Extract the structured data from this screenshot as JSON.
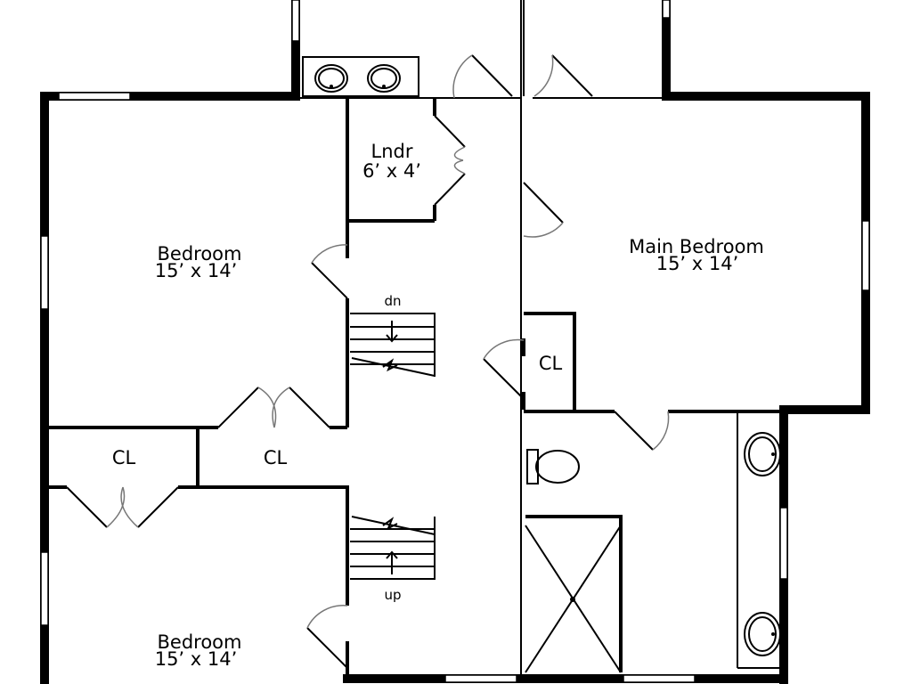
{
  "rooms": {
    "laundry": {
      "name": "Lndr",
      "size": "6’ x 4’"
    },
    "bedroom_top": {
      "name": "Bedroom",
      "size": "15’ x 14’"
    },
    "main_bedroom": {
      "name": "Main Bedroom",
      "size": "15’ x 14’"
    },
    "bedroom_bottom": {
      "name": "Bedroom",
      "size": "15’ x 14’"
    },
    "closet_left": {
      "name": "CL"
    },
    "closet_middle": {
      "name": "CL"
    },
    "closet_main": {
      "name": "CL"
    }
  },
  "stairs": {
    "down_label": "dn",
    "up_label": "up"
  }
}
